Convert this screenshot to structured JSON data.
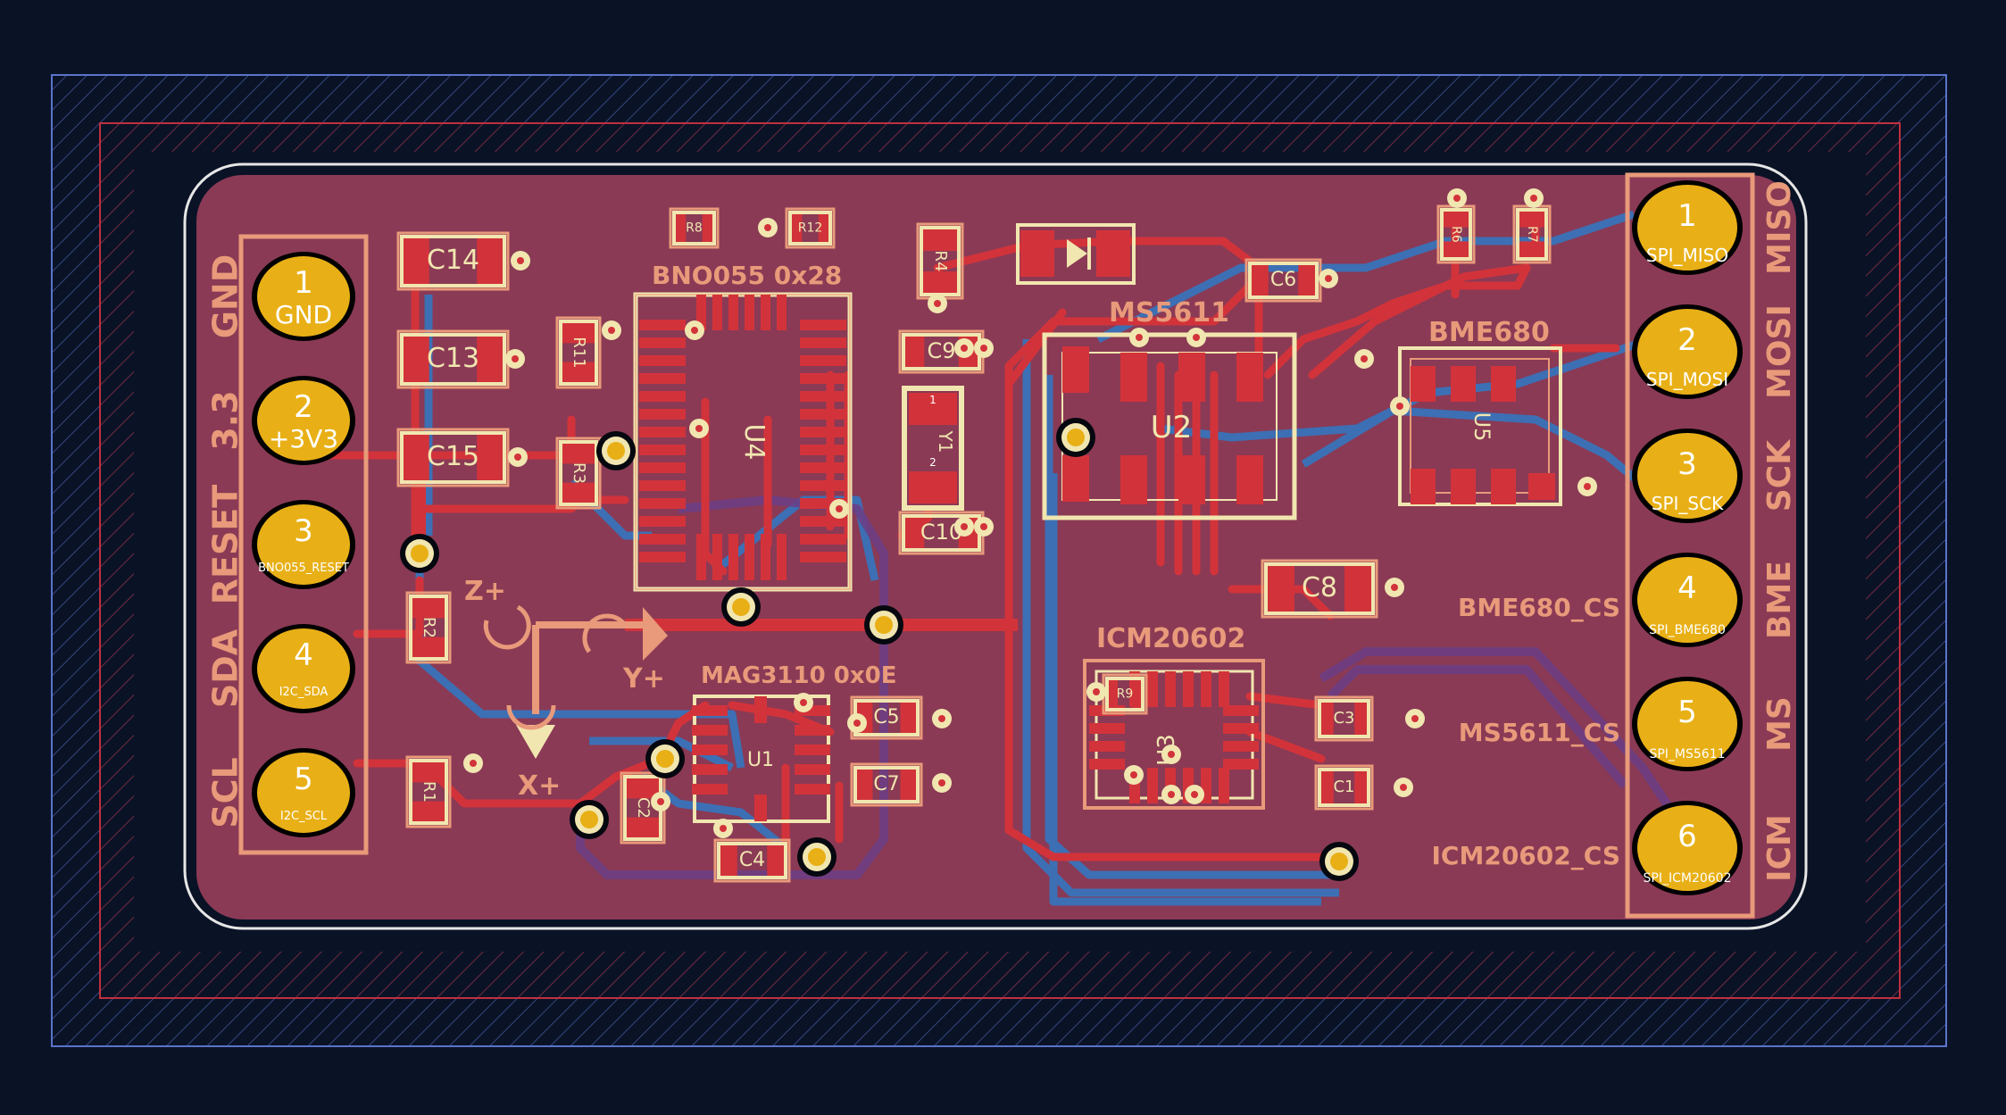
{
  "colors": {
    "background": "#0a1226",
    "board_fill": "#8a3a55",
    "copper_front": "#d2333a",
    "copper_back": "#3d6fb4",
    "silkscreen": "#e89a7a",
    "fab": "#f1e6b0",
    "pad_gold": "#e8b016",
    "edge_cuts": "#e6e6e6",
    "courtyard": "#5a74c9",
    "keepout": "#c0303e"
  },
  "left_header": {
    "pins": [
      {
        "num": "1",
        "net": "GND",
        "label": "GND"
      },
      {
        "num": "2",
        "net": "+3V3",
        "label": "3.3"
      },
      {
        "num": "3",
        "net": "BNO055_RESET",
        "label": "RESET"
      },
      {
        "num": "4",
        "net": "I2C_SDA",
        "label": "SDA"
      },
      {
        "num": "5",
        "net": "I2C_SCL",
        "label": "SCL"
      }
    ]
  },
  "right_header": {
    "pins": [
      {
        "num": "1",
        "net": "SPI_MISO",
        "label": "MISO"
      },
      {
        "num": "2",
        "net": "SPI_MOSI",
        "label": "MOSI"
      },
      {
        "num": "3",
        "net": "SPI_SCK",
        "label": "SCK"
      },
      {
        "num": "4",
        "net": "SPI_BME680",
        "label": "BME"
      },
      {
        "num": "5",
        "net": "SPI_MS5611",
        "label": "MS"
      },
      {
        "num": "6",
        "net": "SPI_ICM20602",
        "label": "ICM"
      }
    ],
    "cs_labels": [
      "BME680_CS",
      "MS5611_CS",
      "ICM20602_CS"
    ]
  },
  "chips": {
    "bno055": {
      "title": "BNO055 0x28",
      "ref": "U4"
    },
    "mag3110": {
      "title": "MAG3110 0x0E",
      "ref": "U1"
    },
    "ms5611": {
      "title": "MS5611",
      "ref": "U2"
    },
    "icm20602": {
      "title": "ICM20602",
      "ref": "U3"
    },
    "bme680": {
      "title": "BME680",
      "ref": "U5"
    }
  },
  "crystal": {
    "ref": "Y1",
    "pin1": "1",
    "pin2": "2"
  },
  "components": {
    "c14": "C14",
    "c13": "C13",
    "c15": "C15",
    "c9": "C9",
    "c10": "C10",
    "c6": "C6",
    "c8": "C8",
    "c5": "C5",
    "c7": "C7",
    "c2": "C2",
    "c4": "C4",
    "c3": "C3",
    "c1": "C1",
    "r1": "R1",
    "r2": "R2",
    "r3": "R3",
    "r4": "R4",
    "r6": "R6",
    "r7": "R7",
    "r8": "R8",
    "r9": "R9",
    "r11": "R11",
    "r12": "R12"
  },
  "axes": {
    "z": "Z+",
    "y": "Y+",
    "x": "X+"
  }
}
